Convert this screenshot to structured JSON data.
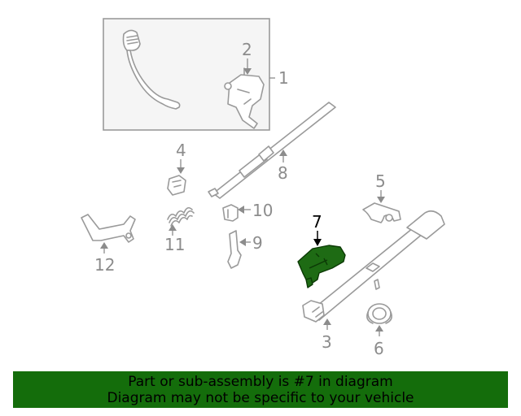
{
  "callouts": [
    {
      "id": "1",
      "label": "1",
      "highlighted": false
    },
    {
      "id": "2",
      "label": "2",
      "highlighted": false
    },
    {
      "id": "3",
      "label": "3",
      "highlighted": false
    },
    {
      "id": "4",
      "label": "4",
      "highlighted": false
    },
    {
      "id": "5",
      "label": "5",
      "highlighted": false
    },
    {
      "id": "6",
      "label": "6",
      "highlighted": false
    },
    {
      "id": "7",
      "label": "7",
      "highlighted": true
    },
    {
      "id": "8",
      "label": "8",
      "highlighted": false
    },
    {
      "id": "9",
      "label": "9",
      "highlighted": false
    },
    {
      "id": "10",
      "label": "10",
      "highlighted": false
    },
    {
      "id": "11",
      "label": "11",
      "highlighted": false
    },
    {
      "id": "12",
      "label": "12",
      "highlighted": false
    }
  ],
  "banner": {
    "line1": "Part or sub-assembly is #7 in diagram",
    "line2": "Diagram may not be specific to your vehicle"
  },
  "colors": {
    "highlight_part": "#1e6b14",
    "banner_background": "#146d0b",
    "part_outline": "#9a9a9a"
  }
}
